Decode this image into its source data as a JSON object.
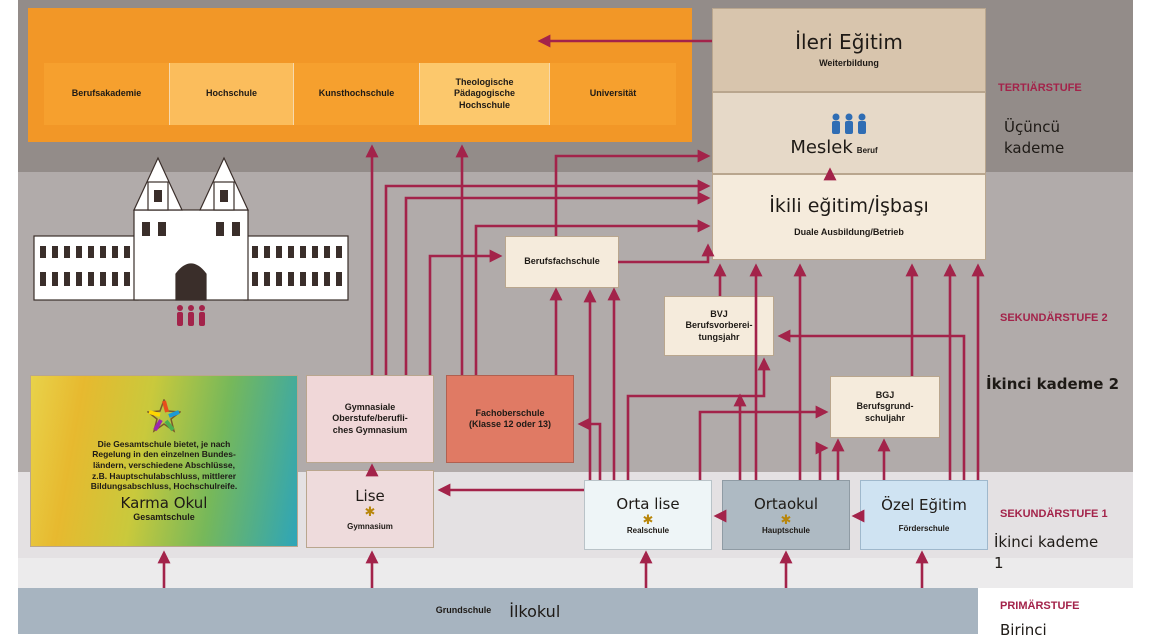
{
  "higher_education": {
    "items": [
      "Berufsakademie",
      "Hochschule",
      "Kunsthochschule",
      "Theologische\nPädagogische\nHochschule",
      "Universität"
    ]
  },
  "right_column": {
    "further": {
      "title_tr": "İleri Eğitim",
      "title_de": "Weiterbildung"
    },
    "profession": {
      "title_tr": "Meslek",
      "title_de": "Beruf"
    },
    "dual": {
      "title_tr": "İkili eğitim/İşbaşı",
      "title_de": "Duale Ausbildung/Betrieb"
    }
  },
  "boxes": {
    "berufsfachschule": "Berufsfachschule",
    "bvj": "BVJ\nBerufsvorberei-\ntungsjahr",
    "bgj": "BGJ\nBerufsgrund-\nschuljahr",
    "gymnasiale_oberstufe": "Gymnasiale\nOberstufe/berufli-\nches Gymnasium",
    "fachoberschule": "Fachoberschule\n(Klasse 12 oder 13)",
    "gesamtschule": {
      "description": "Die Gesamtschule bietet, je nach\nRegelung in den einzelnen Bundes-\nländern, verschiedene Abschlüsse,\nz.B. Hauptschulabschluss, mittlerer\nBildungsabschluss, Hochschulreife.",
      "title_tr": "Karma Okul",
      "title_de": "Gesamtschule"
    },
    "gymnasium": {
      "title_tr": "Lise",
      "title_de": "Gymnasium"
    },
    "realschule": {
      "title_tr": "Orta lise",
      "title_de": "Realschule"
    },
    "hauptschule": {
      "title_tr": "Ortaokul",
      "title_de": "Hauptschule"
    },
    "foerderschule": {
      "title_tr": "Özel Eğitim",
      "title_de": "Förderschule"
    }
  },
  "primary": {
    "label_de": "Grundschule",
    "label_tr": "İlkokul"
  },
  "levels": {
    "tertiary": {
      "label_de": "TERTIÄRSTUFE",
      "label_tr": "Üçüncü\nkademe"
    },
    "secondary2": {
      "label_de": "SEKUNDÄRSTUFE 2",
      "label_tr": "İkinci kademe 2"
    },
    "secondary1": {
      "label_de": "SEKUNDÄRSTUFE 1",
      "label_tr": "İkinci kademe\n1"
    },
    "primary": {
      "label_de": "PRIMÄRSTUFE",
      "label_tr": "Birinci"
    }
  },
  "colors": {
    "arrow": "#a3234a",
    "higher_education": "#f29727",
    "tertiary_band": "#938c89",
    "secondary2_band": "#b1abaa",
    "primary_band": "#a7b4c0"
  }
}
